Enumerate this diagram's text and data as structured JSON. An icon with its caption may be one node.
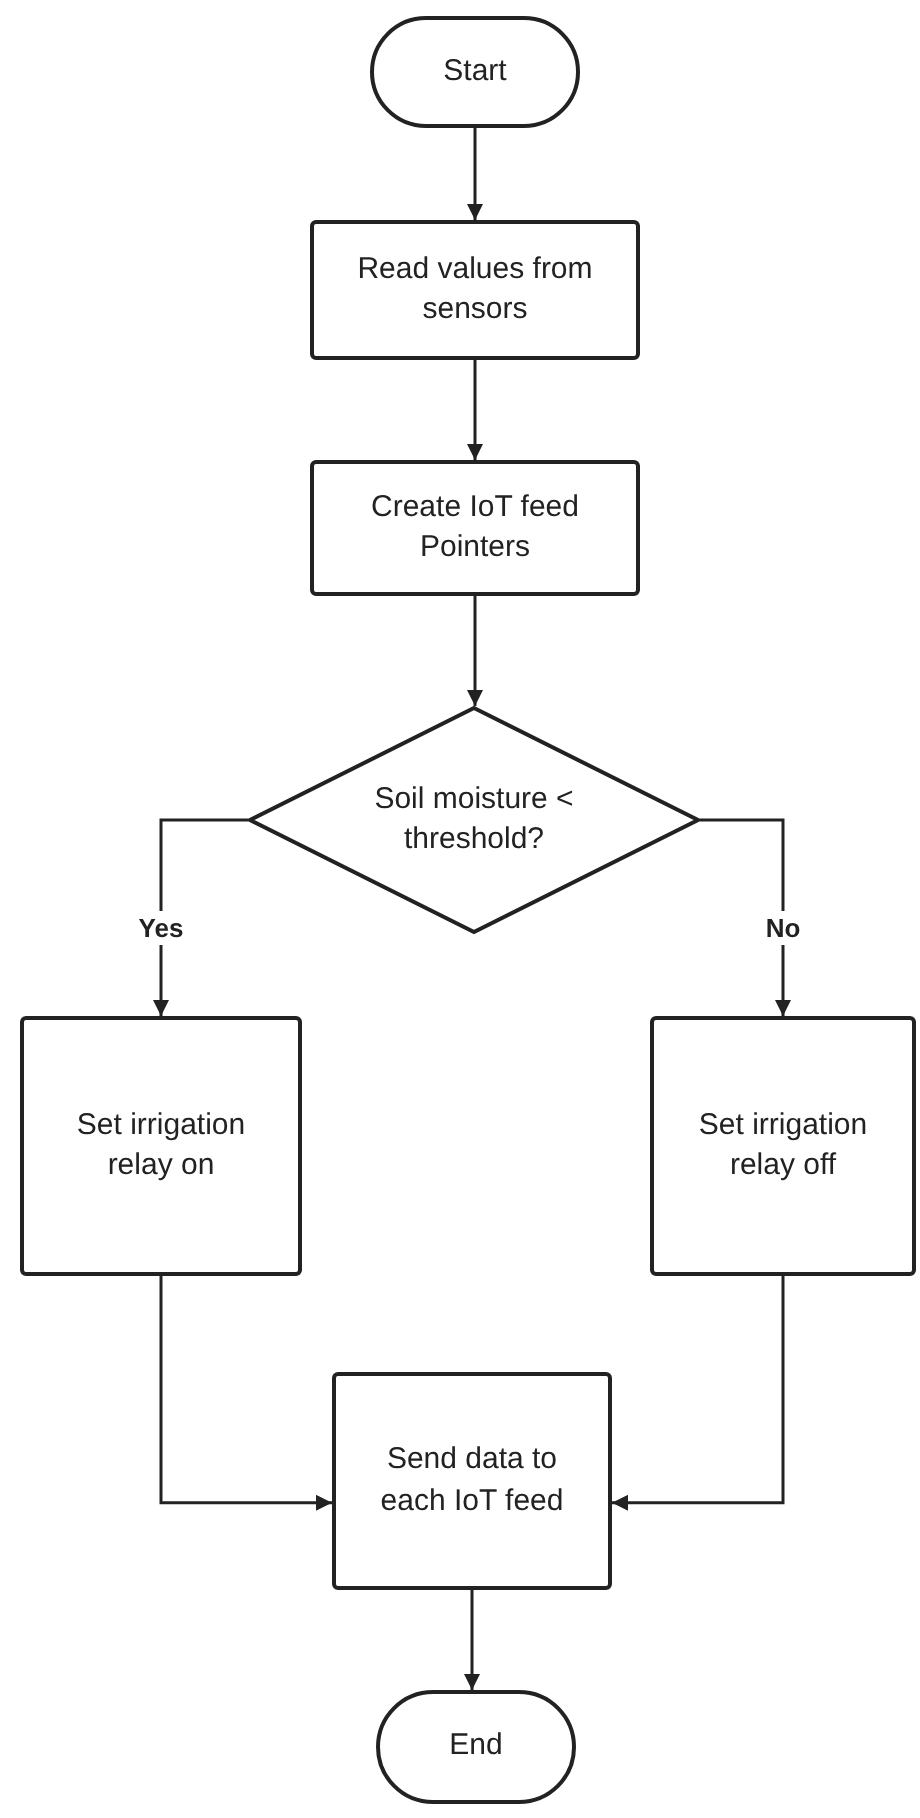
{
  "diagram": {
    "nodes": [
      {
        "text": [
          "Start"
        ]
      },
      {
        "text": [
          "Read values from sensors"
        ]
      },
      {
        "text": [
          "Create IoT feed Pointers"
        ]
      },
      {
        "text": [
          "Soil moisture < threshold?"
        ]
      },
      {
        "text": [
          "Set irrigation relay on"
        ]
      },
      {
        "text": [
          "Set irrigation relay off"
        ]
      },
      {
        "text": [
          "Send data to each IoT feed"
        ]
      },
      {
        "text": [
          "End"
        ]
      }
    ],
    "edges": [
      {
        "from": 0,
        "to": 1,
        "arrow": "to"
      },
      {
        "from": 1,
        "to": 2,
        "arrow": "to"
      },
      {
        "from": 2,
        "to": 3,
        "arrow": "to"
      },
      {
        "from": 3,
        "to": 4,
        "arrow": "to",
        "label": "Yes"
      },
      {
        "from": 3,
        "to": 5,
        "arrow": "to",
        "label": "No"
      },
      {
        "from": 4,
        "to": 6,
        "arrow": "to"
      },
      {
        "from": 5,
        "to": 6,
        "arrow": "to"
      },
      {
        "from": 6,
        "to": 7,
        "arrow": "to"
      }
    ]
  }
}
